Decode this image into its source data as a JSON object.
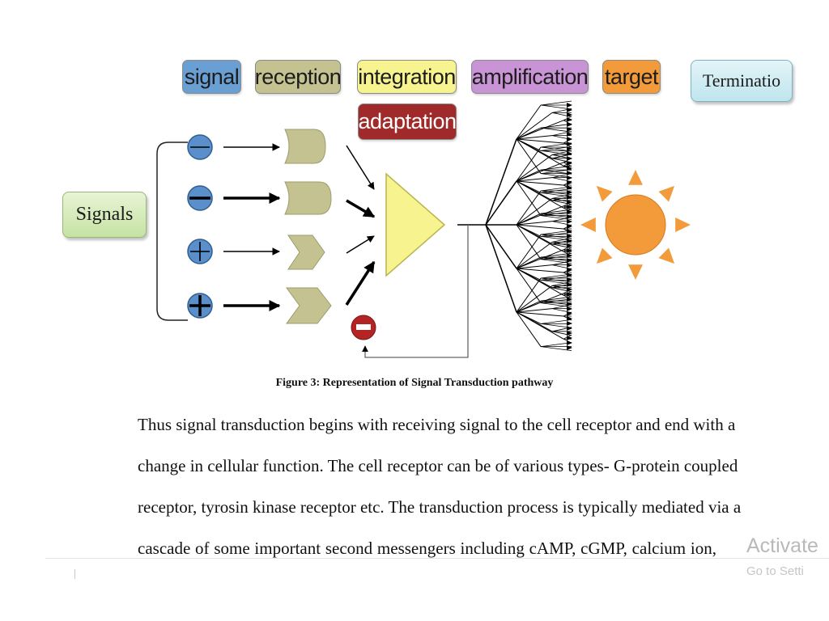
{
  "stages": {
    "signal": "signal",
    "reception": "reception",
    "integration": "integration",
    "amplification": "amplification",
    "target": "target",
    "adaptation": "adaptation",
    "termination": "Terminatio"
  },
  "signals_label": "Signals",
  "figure_caption": "Figure 3: Representation of Signal Transduction pathway",
  "paragraph_lines": [
    "Thus signal transduction begins with receiving signal to the cell receptor and end with a",
    "change in cellular function. The cell receptor can be of various types- G-protein coupled",
    "receptor, tyrosin kinase receptor etc. The transduction process is typically mediated via a",
    "cascade of some important second messengers including cAMP, cGMP, calcium ion,"
  ],
  "watermark": {
    "title": "Activate",
    "subtitle": "Go to Setti"
  },
  "colors": {
    "signal": "#6a9fd4",
    "reception": "#c3c290",
    "integration": "#f7f48f",
    "amplification": "#c994d6",
    "target": "#f39a3a",
    "adaptation": "#a02a2a"
  }
}
